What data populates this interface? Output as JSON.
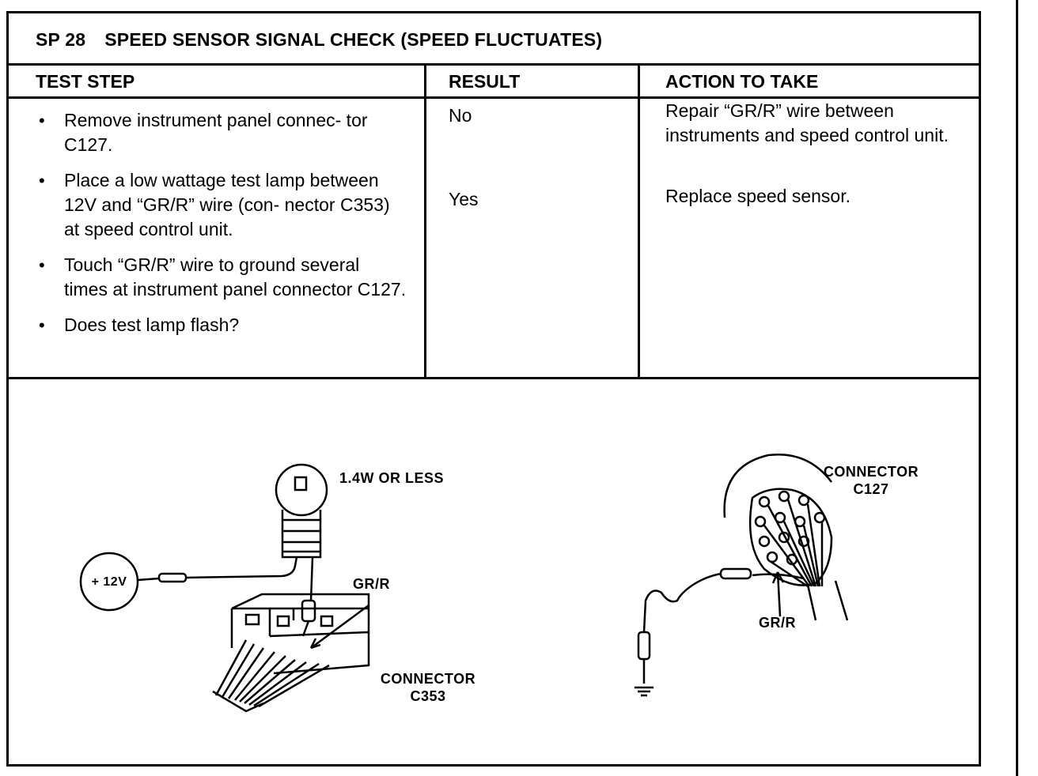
{
  "title": {
    "code": "SP 28",
    "text": "SPEED SENSOR SIGNAL CHECK (SPEED FLUCTUATES)"
  },
  "headers": {
    "test_step": "TEST STEP",
    "result": "RESULT",
    "action": "ACTION TO TAKE"
  },
  "test_steps": [
    "Remove instrument panel connec- tor C127.",
    "Place a low wattage test lamp between 12V and “GR/R” wire (con- nector C353) at speed control unit.",
    "Touch “GR/R” wire to ground several times at instrument panel connector C127.",
    "Does test lamp flash?"
  ],
  "results": {
    "no": "No",
    "yes": "Yes"
  },
  "actions": {
    "no": "Repair “GR/R” wire between instruments and speed control unit.",
    "yes": "Replace speed sensor."
  },
  "diagram": {
    "lamp_label": "1.4W OR LESS",
    "source_label": "+ 12V",
    "wire_label_left": "GR/R",
    "connector_left_line1": "CONNECTOR",
    "connector_left_line2": "C353",
    "connector_right_line1": "CONNECTOR",
    "connector_right_line2": "C127",
    "wire_label_right": "GR/R"
  }
}
